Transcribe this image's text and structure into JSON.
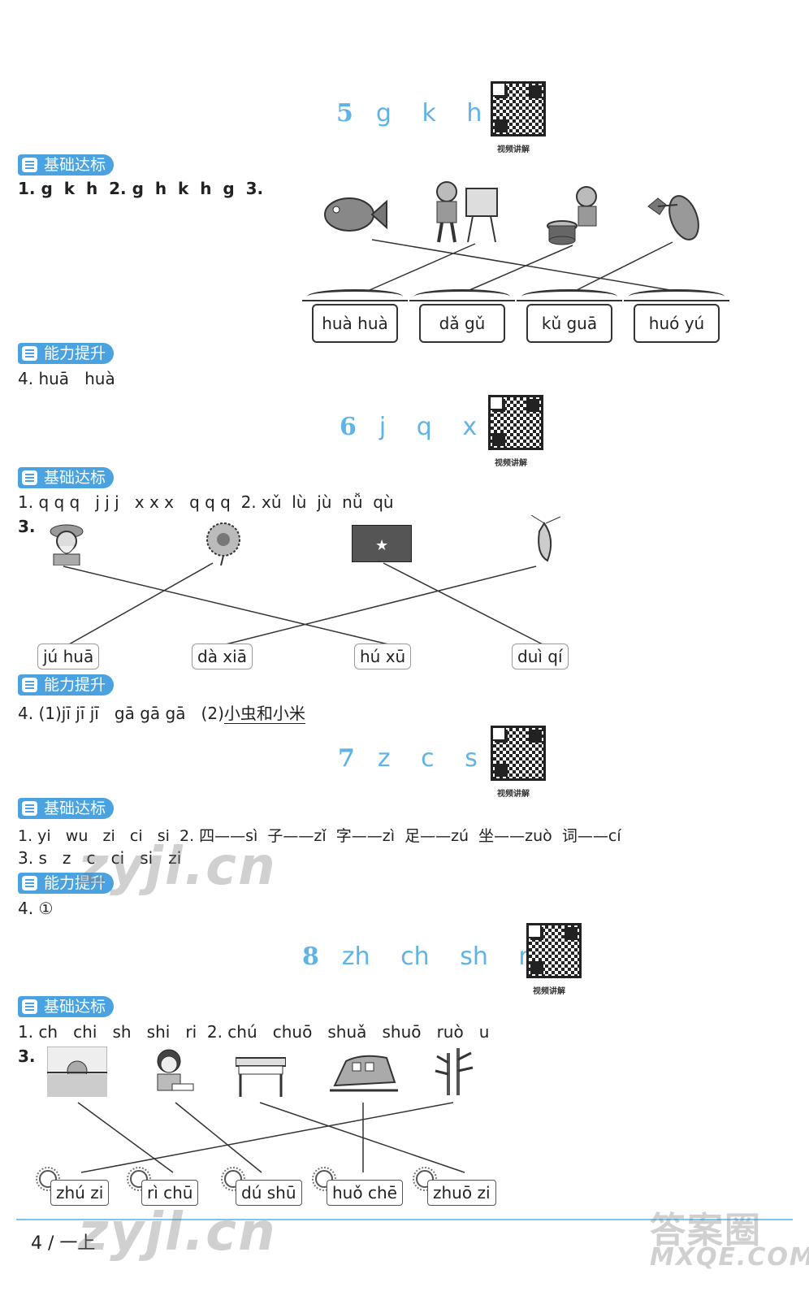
{
  "lesson5": {
    "num": "5",
    "letters": "g k h",
    "qr_label": "视频讲解",
    "badge1": "基础达标",
    "q12": "1. g  k  h  2. g  h  k  h  g  3.",
    "houses": [
      "huà huà",
      "dǎ gǔ",
      "kǔ guā",
      "huó yú"
    ],
    "badge2": "能力提升",
    "q4": "4. huā   huà"
  },
  "lesson6": {
    "num": "6",
    "letters": "j q x",
    "qr_label": "视频讲解",
    "badge1": "基础达标",
    "q12": "1. q q q   j j j   x x x   q q q  2. xǔ  lù  jù  nǚ  qù",
    "q3": "3.",
    "pills": [
      "jú huā",
      "dà xiā",
      "hú xū",
      "duì qí"
    ],
    "badge2": "能力提升",
    "q4_a": "4. (1)jī jī jī   gā gā gā   (2)",
    "q4_b": "小虫和小米"
  },
  "lesson7": {
    "num": "7",
    "letters": "z c s",
    "qr_label": "视频讲解",
    "badge1": "基础达标",
    "q1": "1. yi   wu   zi   ci   si  2. 四——sì  子——zǐ  字——zì  足——zú  坐——zuò  词——cí",
    "q3": "3. s   z   c   ci   si   zi",
    "badge2": "能力提升",
    "q4": "4. ①"
  },
  "lesson8": {
    "num": "8",
    "letters": "zh ch sh r",
    "qr_label": "视频讲解",
    "badge1": "基础达标",
    "q12": "1. ch   chi   sh   shi   ri  2. chú   chuō   shuǎ   shuō   ruò   u",
    "q3": "3.",
    "pills": [
      "zhú zi",
      "rì chū",
      "dú shū",
      "huǒ chē",
      "zhuō zi"
    ]
  },
  "footer": {
    "page": "4 / 一上"
  },
  "watermarks": [
    "zyjl.cn",
    "zyjl.cn",
    "答案圈",
    "MXQE.COM"
  ]
}
